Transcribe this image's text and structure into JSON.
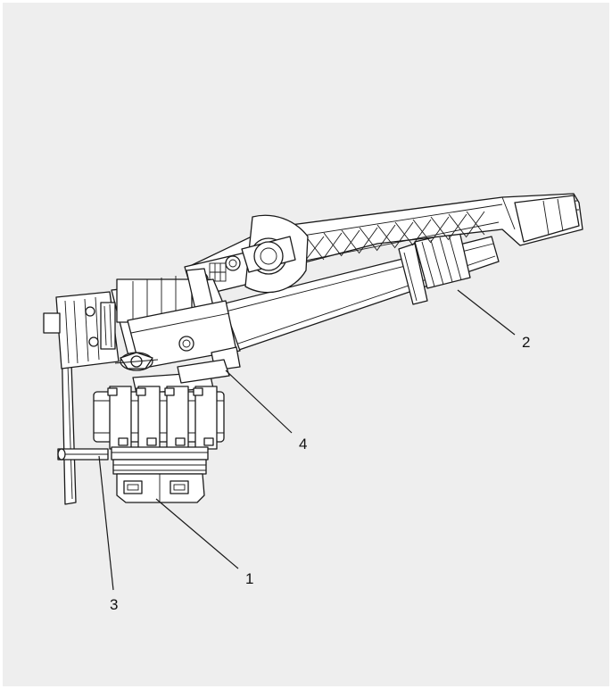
{
  "callouts": [
    {
      "id": "1",
      "label": "1"
    },
    {
      "id": "2",
      "label": "2"
    },
    {
      "id": "3",
      "label": "3"
    },
    {
      "id": "4",
      "label": "4"
    }
  ],
  "colors": {
    "background": "#eeeeee",
    "line": "#1a1a1a",
    "fill": "#ffffff"
  }
}
